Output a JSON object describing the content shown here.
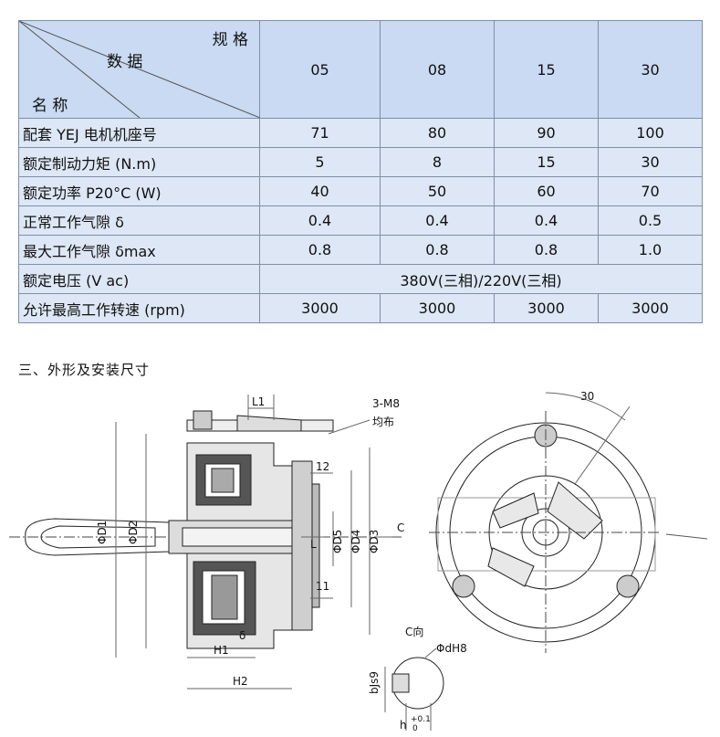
{
  "table": {
    "header_corner": {
      "spec": "规 格",
      "data": "数 据",
      "name": "名 称"
    },
    "columns": [
      "05",
      "08",
      "15",
      "30"
    ],
    "rows": [
      {
        "label": "配套 YEJ 电机机座号",
        "values": [
          "71",
          "80",
          "90",
          "100"
        ]
      },
      {
        "label": "额定制动力矩  (N.m)",
        "values": [
          "5",
          "8",
          "15",
          "30"
        ]
      },
      {
        "label": "额定功率 P20°C (W)",
        "values": [
          "40",
          "50",
          "60",
          "70"
        ]
      },
      {
        "label": "正常工作气隙 δ",
        "values": [
          "0.4",
          "0.4",
          "0.4",
          "0.5"
        ]
      },
      {
        "label": "最大工作气隙 δmax",
        "values": [
          "0.8",
          "0.8",
          "0.8",
          "1.0"
        ]
      },
      {
        "label": "额定电压  (V ac)",
        "merged": "380V(三相)/220V(三相)"
      },
      {
        "label": "允许最高工作转速 (rpm)",
        "values": [
          "3000",
          "3000",
          "3000",
          "3000"
        ]
      }
    ]
  },
  "section_title": "三、外形及安装尺寸",
  "drawing": {
    "labels": {
      "L1": "L1",
      "M8": "3-M8",
      "uniform": "均布",
      "d12": "12",
      "d11": "11",
      "L": "L",
      "D1": "ΦD1",
      "D2": "ΦD2",
      "D5": "ΦD5",
      "D4": "ΦD4",
      "D3": "ΦD3",
      "C": "C",
      "delta": "δ",
      "H1": "H1",
      "H2": "H2",
      "Cview": "C向",
      "dH8": "ΦdH8",
      "bJs9": "bJs9",
      "h": "h",
      "h_tol_top": "+0.1",
      "h_tol_bottom": "0",
      "angle": "30"
    }
  }
}
